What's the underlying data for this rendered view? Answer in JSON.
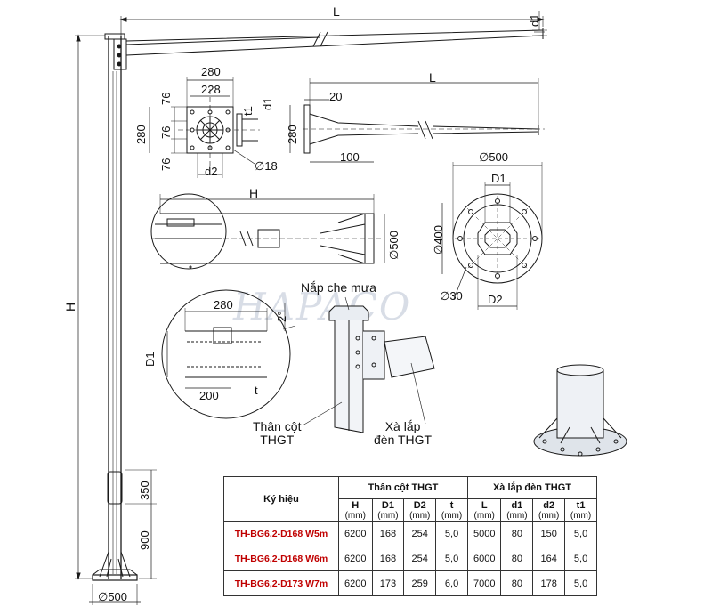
{
  "watermark": "HAPACO",
  "dims": {
    "L_top": "L",
    "d1_top": "d1",
    "H_main": "H",
    "d350": "350",
    "d900": "900",
    "base_dia": "∅500",
    "plate_280_top": "280",
    "plate_228": "228",
    "plate_76a": "76",
    "plate_76b": "76",
    "plate_76c": "76",
    "plate_280_left": "280",
    "plate_t1": "t1",
    "plate_d1": "d1",
    "plate_d2": "d2",
    "plate_hole": "∅18",
    "arm_L": "L",
    "arm_20": "20",
    "arm_280": "280",
    "arm_100": "100",
    "flange_H": "H",
    "flange_500": "∅500",
    "circle_500": "∅500",
    "circle_D1": "D1",
    "circle_400": "∅400",
    "circle_30": "∅30",
    "circle_D2": "D2",
    "detail_280": "280",
    "detail_2deg": "2°",
    "detail_D1": "D1",
    "detail_200": "200",
    "detail_t": "t"
  },
  "labels": {
    "rain_cap": "Nắp che mưa",
    "pole_body": "Thân cột\nTHGT",
    "arm_bracket": "Xà lắp\nđèn THGT"
  },
  "table": {
    "col_symbol": "Ký hiệu",
    "group_pole": "Thân cột THGT",
    "group_arm": "Xà lắp đèn THGT",
    "sub_headers": [
      {
        "name": "H",
        "unit": "(mm)"
      },
      {
        "name": "D1",
        "unit": "(mm)"
      },
      {
        "name": "D2",
        "unit": "(mm)"
      },
      {
        "name": "t",
        "unit": "(mm)"
      },
      {
        "name": "L",
        "unit": "(mm)"
      },
      {
        "name": "d1",
        "unit": "(mm)"
      },
      {
        "name": "d2",
        "unit": "(mm)"
      },
      {
        "name": "t1",
        "unit": "(mm)"
      }
    ],
    "rows": [
      {
        "code": "TH-BG6,2-D168 W5m",
        "vals": [
          "6200",
          "168",
          "254",
          "5,0",
          "5000",
          "80",
          "150",
          "5,0"
        ]
      },
      {
        "code": "TH-BG6,2-D168 W6m",
        "vals": [
          "6200",
          "168",
          "254",
          "5,0",
          "6000",
          "80",
          "164",
          "5,0"
        ]
      },
      {
        "code": "TH-BG6,2-D173 W7m",
        "vals": [
          "6200",
          "173",
          "259",
          "6,0",
          "7000",
          "80",
          "178",
          "5,0"
        ]
      }
    ]
  },
  "colors": {
    "code_red": "#c00000",
    "line": "#1a1a1a"
  }
}
